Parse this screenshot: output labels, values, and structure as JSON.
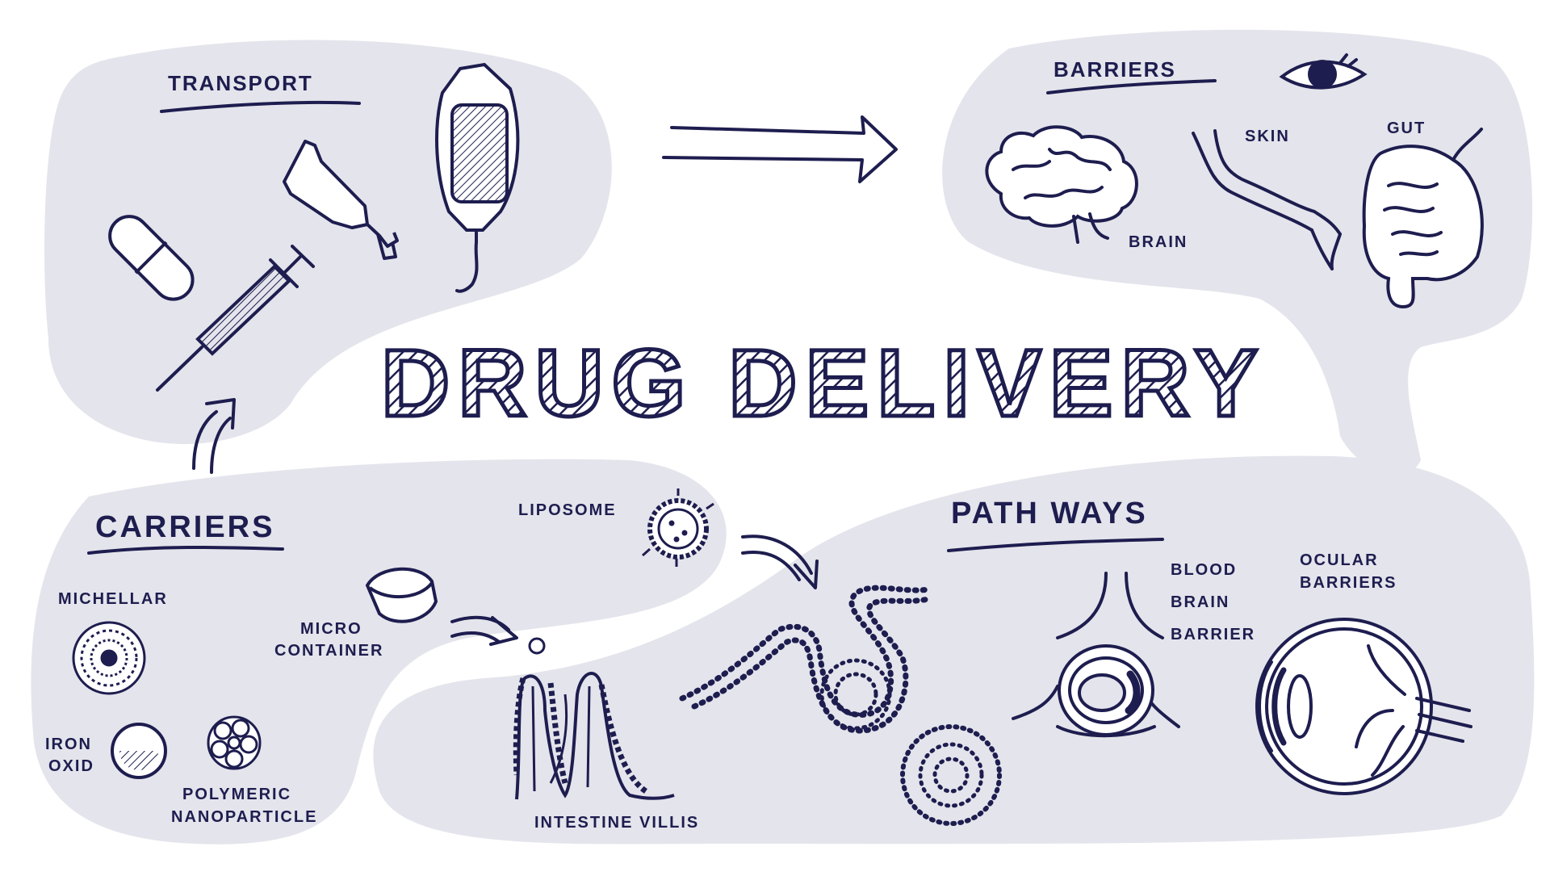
{
  "title": "DRUG DELIVERY",
  "sections": {
    "transport": {
      "heading": "TRANSPORT"
    },
    "barriers": {
      "heading": "BARRIERS",
      "labels": {
        "skin": "SKIN",
        "gut": "GUT",
        "brain": "BRAIN"
      }
    },
    "carriers": {
      "heading": "CARRIERS",
      "labels": {
        "liposome": "LIPOSOME",
        "michellar": "MICHELLAR",
        "micro": "MICRO",
        "container": "CONTAINER",
        "iron": "IRON",
        "oxid": "OXID",
        "polymeric": "POLYMERIC",
        "nanoparticle": "NANOPARTICLE"
      }
    },
    "pathways": {
      "heading": "PATH WAYS",
      "labels": {
        "blood": "BLOOD",
        "brain": "BRAIN",
        "barrier": "BARRIER",
        "ocular": "OCULAR",
        "barriers": "BARRIERS",
        "intestine": "INTESTINE VILLIS"
      }
    }
  },
  "colors": {
    "ink": "#1e1d4f",
    "blob": "#e4e4ec",
    "background": "#ffffff"
  }
}
